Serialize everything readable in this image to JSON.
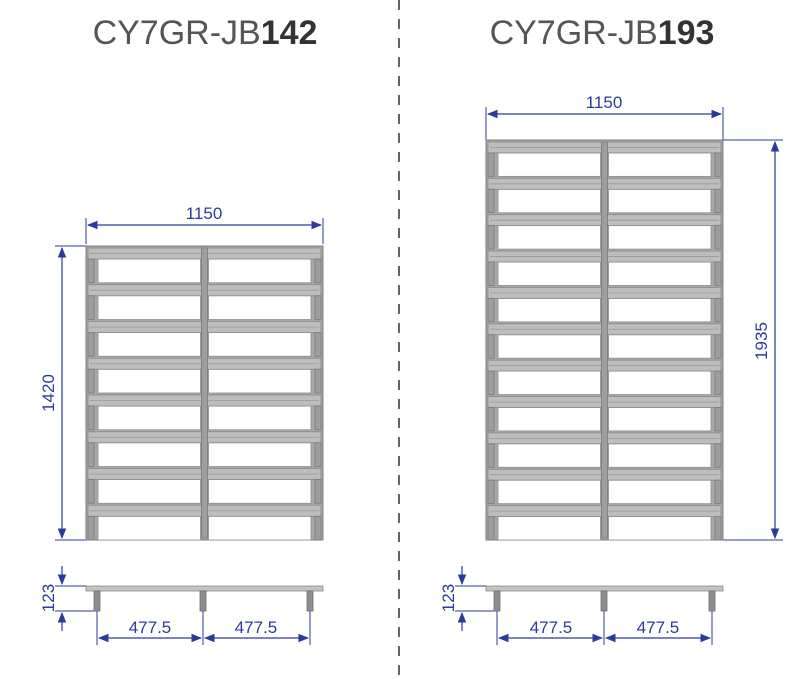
{
  "models": [
    {
      "title_prefix": "CY7GR-JB",
      "title_number": "142",
      "width_label": "1150",
      "height_label": "1420",
      "side_height_label": "123",
      "spacing_labels": [
        "477.5",
        "477.5"
      ],
      "slat_count": 8
    },
    {
      "title_prefix": "CY7GR-JB",
      "title_number": "193",
      "width_label": "1150",
      "height_label": "1935",
      "side_height_label": "123",
      "spacing_labels": [
        "477.5",
        "477.5"
      ],
      "slat_count": 11
    }
  ],
  "colors": {
    "dimension": "#2b3a9c",
    "frame": "#a8a8a8",
    "slat": "#bdbdbd"
  }
}
